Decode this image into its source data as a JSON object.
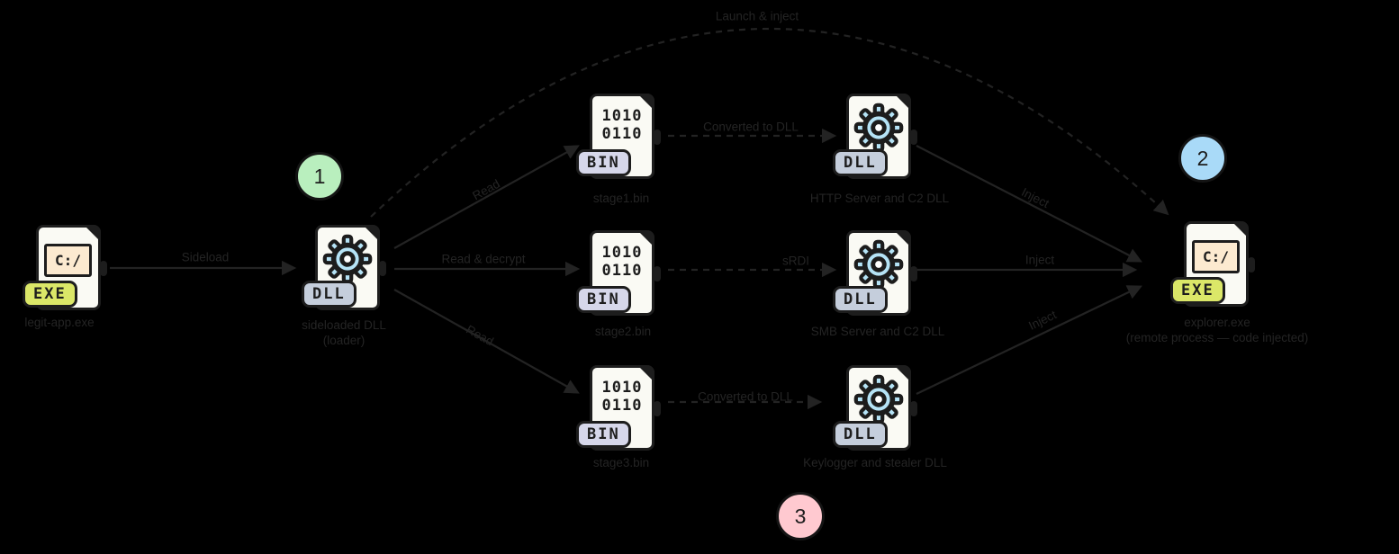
{
  "colors": {
    "background": "#000000",
    "ink": "#232323",
    "exe_badge": "#dbe768",
    "dll_badge": "#c5cedc",
    "bin_badge": "#d6d7ea",
    "gear_blue": "#b5e3f6",
    "cbox_cream": "#fcead0",
    "step1_green": "#b9efbe",
    "step2_blue": "#a9daf8",
    "step3_pink": "#ffc9d0"
  },
  "steps": {
    "one": "1",
    "two": "2",
    "three": "3"
  },
  "nodes": {
    "source_exe": {
      "caption": "legit-app.exe",
      "badge": "EXE",
      "box_text": "C:/"
    },
    "loader_dll": {
      "caption_line1": "sideloaded DLL",
      "caption_line2": "(loader)",
      "badge": "DLL"
    },
    "bin1": {
      "caption": "stage1.bin",
      "badge": "BIN",
      "body_line1": "1010",
      "body_line2": "0110"
    },
    "bin2": {
      "caption": "stage2.bin",
      "badge": "BIN",
      "body_line1": "1010",
      "body_line2": "0110"
    },
    "bin3": {
      "caption": "stage3.bin",
      "badge": "BIN",
      "body_line1": "1010",
      "body_line2": "0110"
    },
    "dll1": {
      "caption": "HTTP Server and C2 DLL",
      "badge": "DLL"
    },
    "dll2": {
      "caption": "SMB Server and C2 DLL",
      "badge": "DLL"
    },
    "dll3": {
      "caption": "Keylogger and stealer DLL",
      "badge": "DLL"
    },
    "target_exe": {
      "caption_line1": "explorer.exe",
      "caption_line2": "(remote process — code injected)",
      "badge": "EXE",
      "box_text": "C:/"
    }
  },
  "edges": {
    "sideload_label": "Sideload",
    "read1_label": "Read",
    "read2_label": "Read & decrypt",
    "read3_label": "Read",
    "convert1_label": "Converted to DLL",
    "convert2_label": "sRDI",
    "convert3_label": "Converted to DLL",
    "inject1_label": "Inject",
    "inject2_label": "Inject",
    "inject3_label": "Inject",
    "arc_label": "Launch & inject"
  }
}
